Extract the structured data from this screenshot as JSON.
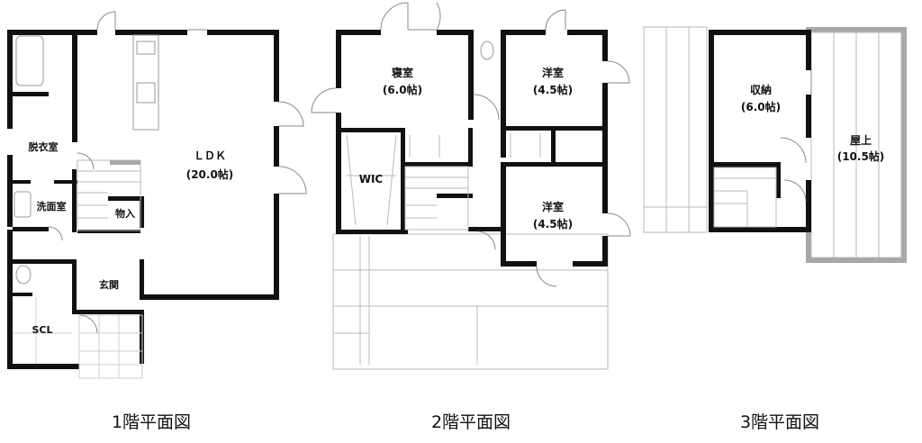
{
  "floor1": {
    "caption": "1階平面図",
    "rooms": {
      "ldk_name": "ＬＤＫ",
      "ldk_size": "(20.0帖)",
      "dressing": "脱衣室",
      "washroom": "洗面室",
      "storage": "物入",
      "entrance": "玄関",
      "scl": "SCL"
    }
  },
  "floor2": {
    "caption": "2階平面図",
    "rooms": {
      "bedroom_name": "寝室",
      "bedroom_size": "(6.0帖)",
      "western1_name": "洋室",
      "western1_size": "(4.5帖)",
      "western2_name": "洋室",
      "western2_size": "(4.5帖)",
      "wic": "WIC"
    }
  },
  "floor3": {
    "caption": "3階平面図",
    "rooms": {
      "storage_name": "収納",
      "storage_size": "(6.0帖)",
      "roof_name": "屋上",
      "roof_size": "(10.5帖)"
    }
  }
}
